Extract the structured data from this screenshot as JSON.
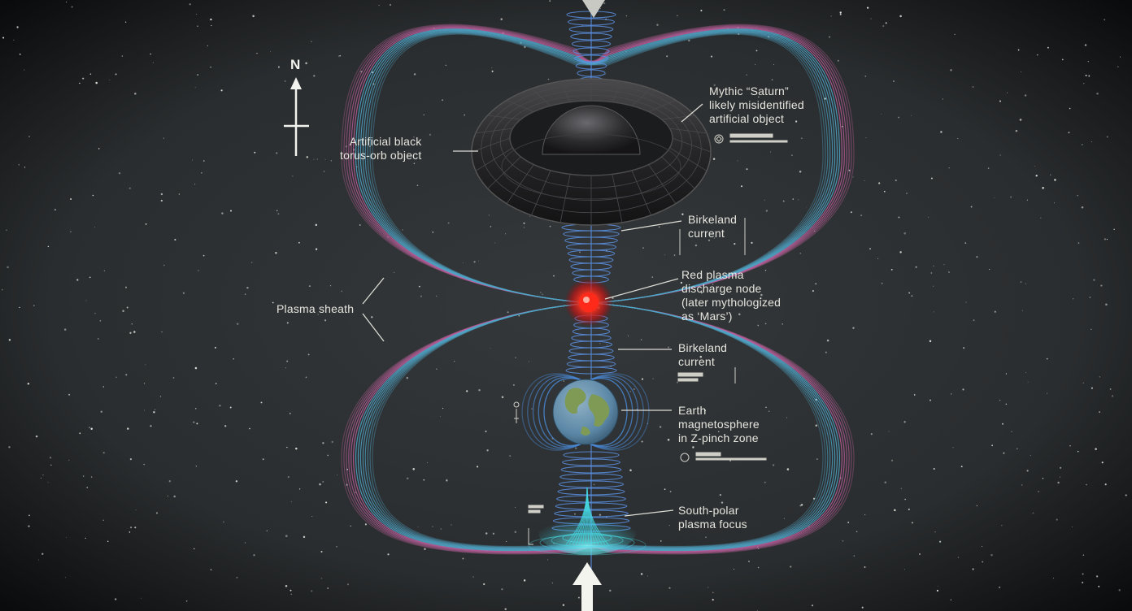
{
  "compass": {
    "north_label": "N"
  },
  "labels": {
    "torus_line1": "Artificial black",
    "torus_line2": "torus-orb object",
    "saturn_line1": "Mythic “Saturn”",
    "saturn_line2": "likely misidentified",
    "saturn_line3": "artificial object",
    "birkeland_upper_line1": "Birkeland",
    "birkeland_upper_line2": "current",
    "plasma_sheath": "Plasma sheath",
    "red_node_line1": "Red plasma",
    "red_node_line2": "discharge node",
    "red_node_line3": "(later mythologized",
    "red_node_line4": "as ‘Mars’)",
    "birkeland_lower_line1": "Birkeland",
    "birkeland_lower_line2": "current",
    "earth_line1": "Earth",
    "earth_line2": "magnetosphere",
    "earth_line3": "in Z-pinch zone",
    "south_line1": "South-polar",
    "south_line2": "plasma focus"
  },
  "colors": {
    "background": "#2c2f31",
    "vignette": "#0a0b0c",
    "sheath_outer": "#c0609e",
    "sheath_inner": "#4fa6c8",
    "birkeland": "#5b8fe0",
    "red_node": "#ff2a1a",
    "earth_ocean": "#5b87a6",
    "earth_land": "#7e9a55",
    "south_focus": "#45d6e0",
    "torus": "#2a2a2c",
    "label_text": "#e6e6df"
  }
}
